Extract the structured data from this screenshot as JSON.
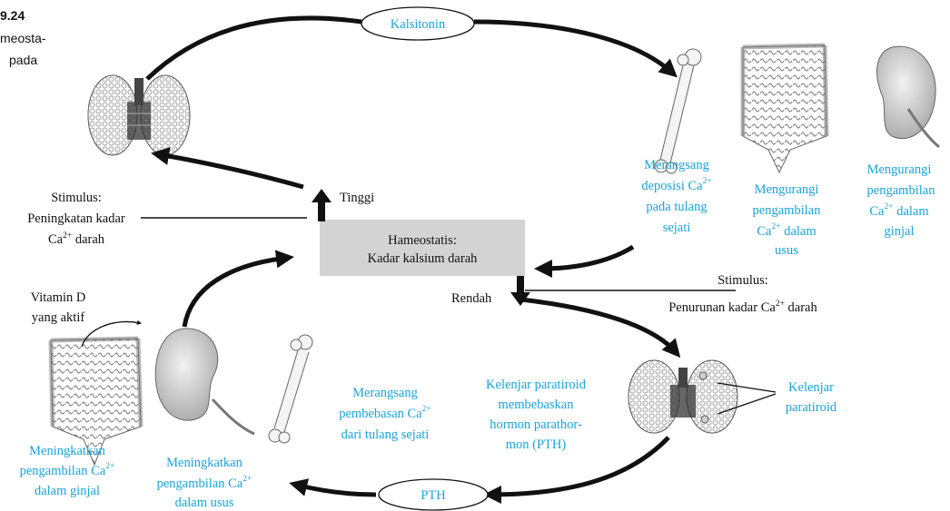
{
  "figure": {
    "number": "9.24",
    "caption_lines": [
      "meosta-",
      "pada"
    ]
  },
  "center_box": {
    "line1": "Hameostatis:",
    "line2": "Kadar kalsium darah"
  },
  "levels": {
    "high": "Tinggi",
    "low": "Rendah"
  },
  "stimulus_high": {
    "line1": "Stimulus:",
    "line2": "Peningkatan kadar",
    "line3_pre": "Ca",
    "line3_sup": "2+",
    "line3_post": " darah"
  },
  "stimulus_low": {
    "line1": "Stimulus:",
    "line2_pre": "Penurunan kadar Ca",
    "line2_sup": "2+",
    "line2_post": " darah"
  },
  "hormones": {
    "top": "Kalsitonin",
    "bottom": "PTH"
  },
  "top_effects": {
    "bone": {
      "l1": "Merangsang",
      "l2_pre": "deposisi Ca",
      "l2_sup": "2+",
      "l3": "pada tulang",
      "l4": "sejati"
    },
    "intestine": {
      "l1": "Mengurangi",
      "l2": "pengambilan",
      "l3_pre": "Ca",
      "l3_sup": "2+",
      "l3_post": " dalam",
      "l4": "usus"
    },
    "kidney": {
      "l1": "Mengurangi",
      "l2": "pengambilan",
      "l3_pre": "Ca",
      "l3_sup": "2+",
      "l3_post": " dalam",
      "l4": "ginjal"
    }
  },
  "bottom_effects": {
    "vitamin_d": {
      "l1": "Vitamin D",
      "l2": "yang aktif"
    },
    "intestine": {
      "l1": "Meningkatkan",
      "l2_pre": "pengambilan Ca",
      "l2_sup": "2+",
      "l3": "dalam ginjal"
    },
    "kidney": {
      "l1": "Meningkatkan",
      "l2_pre": "pengambilan Ca",
      "l2_sup": "2+",
      "l3": "dalam usus"
    },
    "bone": {
      "l1": "Merangsang",
      "l2_pre": "pembebasan Ca",
      "l2_sup": "2+",
      "l3": "dari tulang sejati"
    }
  },
  "parathyroid": {
    "l1": "Kelenjar paratiroid",
    "l2": "membebaskan",
    "l3": "hormon parathor-",
    "l4": "mon (PTH)"
  },
  "parathyroid_label": {
    "l1": "Kelenjar",
    "l2": "paratiroid"
  },
  "colors": {
    "label_blue": "#1aa3d8",
    "box_gray": "#d3d3d3",
    "arrow": "#111111"
  }
}
